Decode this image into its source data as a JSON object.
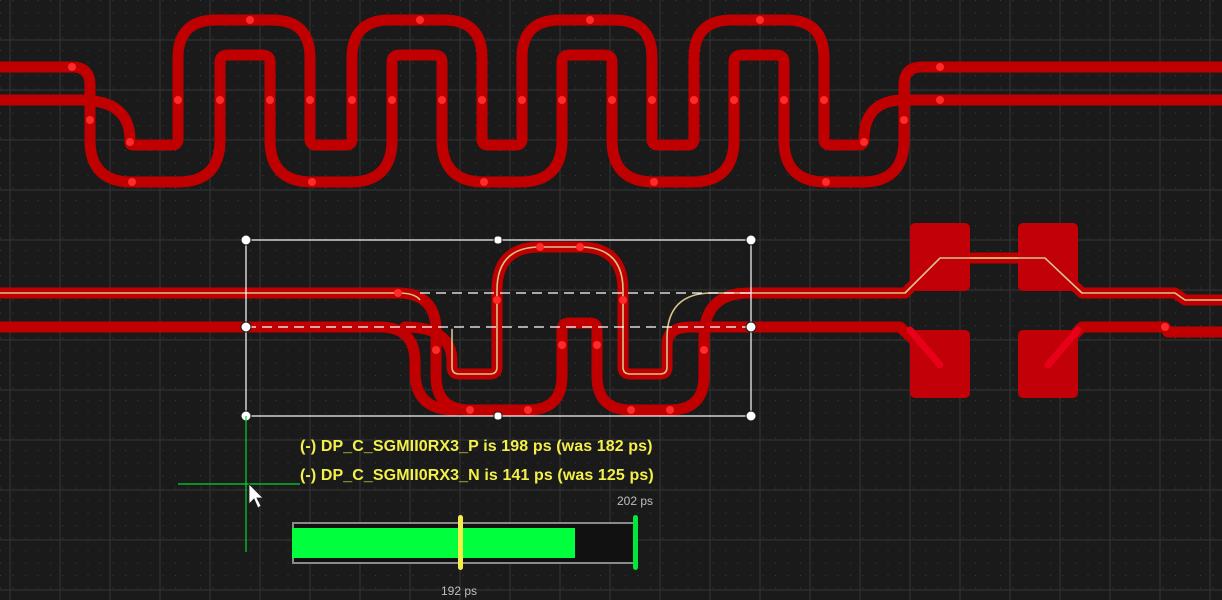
{
  "colors": {
    "background": "#1a1a1a",
    "grid": "#3a3a3a",
    "trace": "#b30000",
    "trace_highlight": "#e00000",
    "pad": "#c20008",
    "selection_box": "#ffffff",
    "info_text": "#f4f04a",
    "length_bar_fill": "#00ff3c",
    "current_marker": "#f4f04a",
    "target_marker": "#00e83a",
    "crosshair": "#00d82a"
  },
  "messages": [
    "(-) DP_C_SGMII0RX3_P is 198 ps (was 182 ps)",
    "(-) DP_C_SGMII0RX3_N is 141 ps (was 125 ps)"
  ],
  "length_gauge": {
    "target_label": "202 ps",
    "current_label": "192 ps",
    "fill_fraction": 0.82
  },
  "icons": {
    "cursor": "arrow-pointer-icon",
    "crosshair": "crosshair-icon"
  }
}
